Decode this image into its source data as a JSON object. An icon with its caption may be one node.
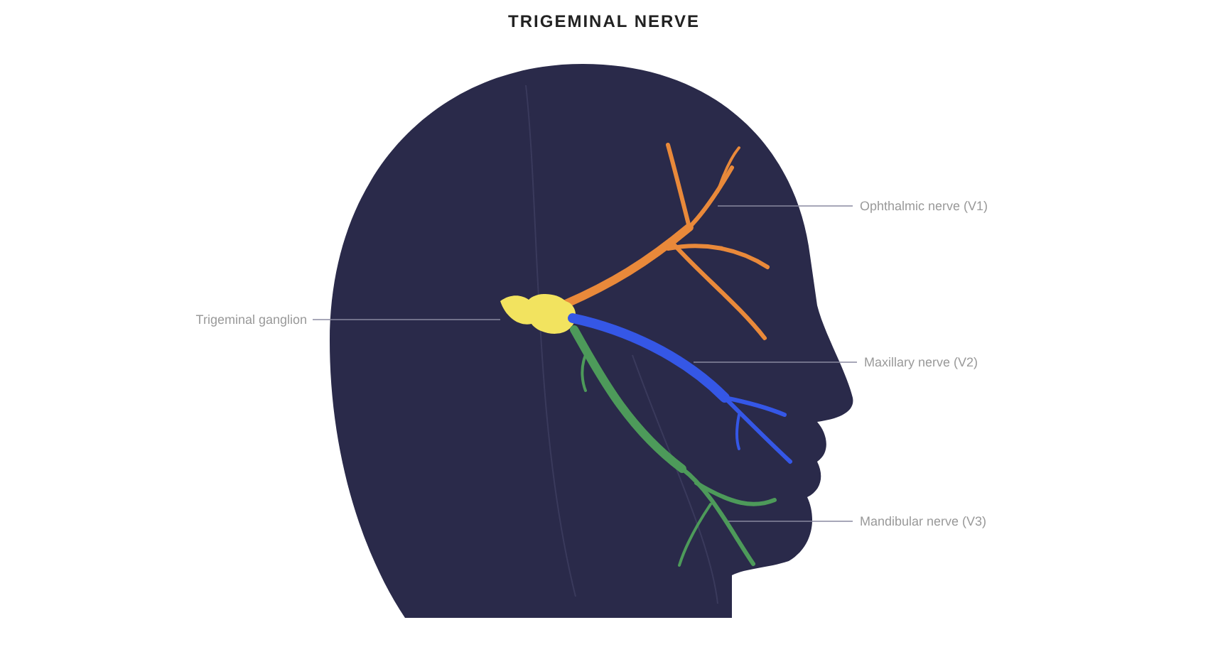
{
  "diagram": {
    "title": "TRIGEMINAL NERVE",
    "nodes": [
      {
        "text": [
          "Ophthalmic nerve (V1)"
        ]
      },
      {
        "text": [],
        "shape": "picture"
      },
      {
        "text": [
          "Trigeminal ganglion"
        ]
      },
      {
        "text": [],
        "shape": "picture"
      },
      {
        "text": [
          "Maxillary nerve (V2)"
        ]
      },
      {
        "text": [],
        "shape": "picture"
      },
      {
        "text": [
          "Mandibular nerve (V3)"
        ]
      },
      {
        "text": [],
        "shape": "picture"
      }
    ],
    "edges": [
      {
        "from": 0,
        "to": 1,
        "arrow": "none"
      },
      {
        "from": 2,
        "to": 3,
        "arrow": "none"
      },
      {
        "from": 4,
        "to": 5,
        "arrow": "none"
      },
      {
        "from": 6,
        "to": 7,
        "arrow": "none"
      }
    ]
  }
}
